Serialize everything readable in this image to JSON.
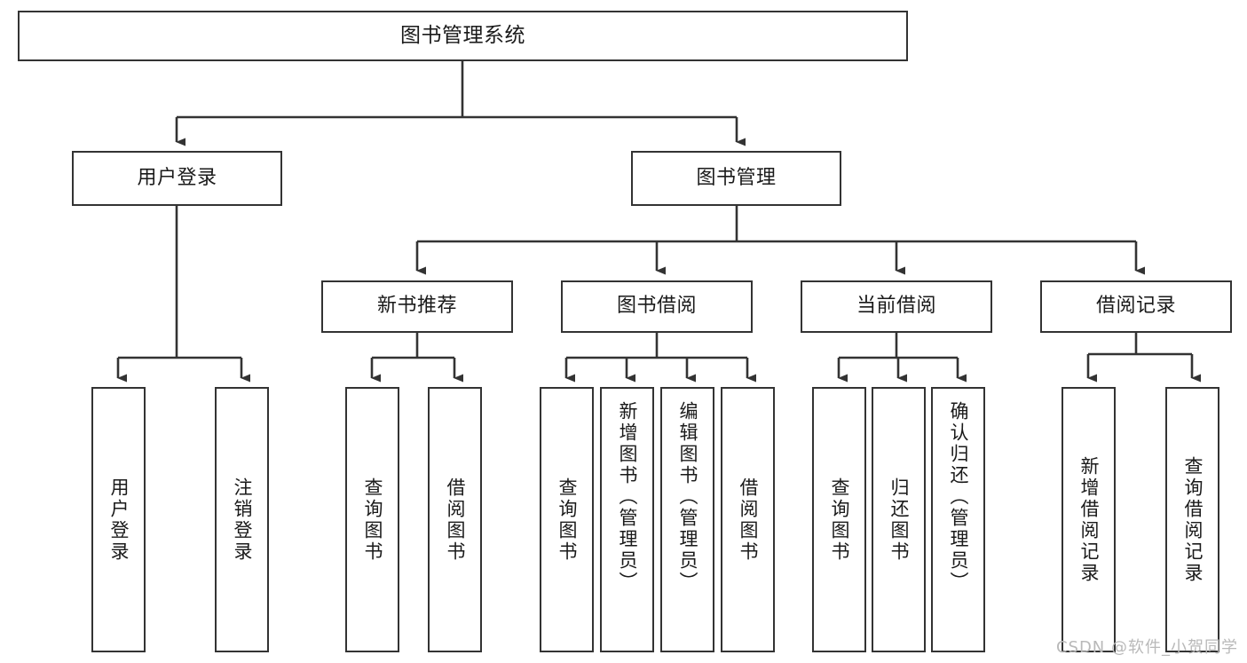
{
  "diagram": {
    "title": "图书管理系统",
    "type": "tree-hierarchy-chart",
    "watermark": "CSDN @软件_小贺同学",
    "stroke_color": "#333333",
    "fill_color": "#ffffff",
    "text_color": "#1a1a1a",
    "levels": {
      "root": {
        "label": "图书管理系统"
      },
      "level2": [
        {
          "label": "用户登录"
        },
        {
          "label": "图书管理"
        }
      ],
      "level3": [
        {
          "label": "新书推荐"
        },
        {
          "label": "图书借阅"
        },
        {
          "label": "当前借阅"
        },
        {
          "label": "借阅记录"
        }
      ],
      "leaves": {
        "user_login": [
          {
            "label": "用户登录"
          },
          {
            "label": "注销登录"
          }
        ],
        "new_book_recommend": [
          {
            "label": "查询图书"
          },
          {
            "label": "借阅图书"
          }
        ],
        "book_borrow": [
          {
            "label": "查询图书"
          },
          {
            "label": "新增图书（管理员）"
          },
          {
            "label": "编辑图书（管理员）"
          },
          {
            "label": "借阅图书"
          }
        ],
        "current_borrow": [
          {
            "label": "查询图书"
          },
          {
            "label": "归还图书"
          },
          {
            "label": "确认归还（管理员）"
          }
        ],
        "borrow_record": [
          {
            "label": "新增借阅记录"
          },
          {
            "label": "查询借阅记录"
          }
        ]
      }
    }
  }
}
